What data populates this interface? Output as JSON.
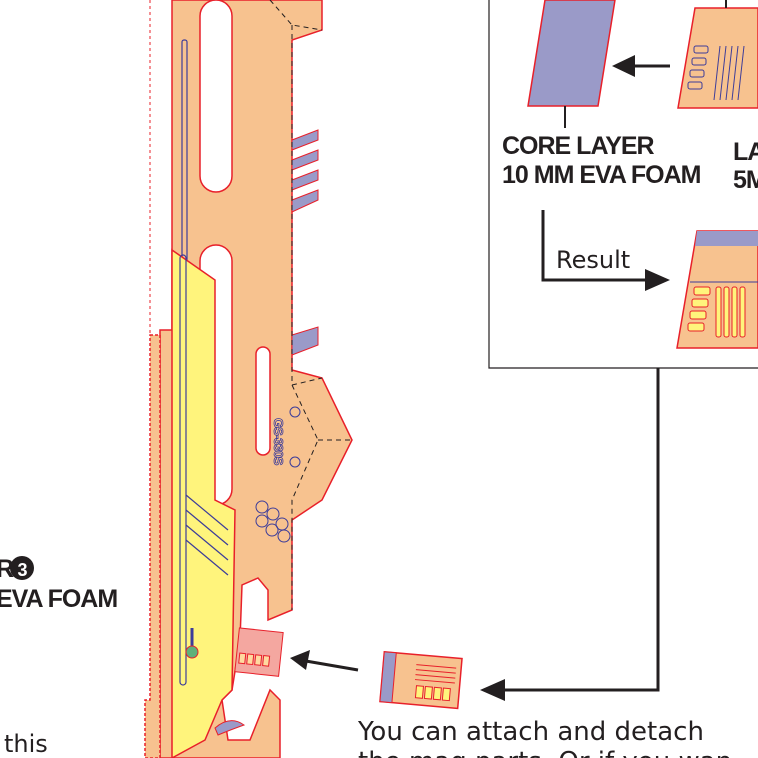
{
  "colors": {
    "foam": "#F7C28F",
    "outline": "#E8202A",
    "yellow": "#FFF47C",
    "purple": "#9A9AC8",
    "ink": "#231F20"
  },
  "left_labels": {
    "layer_number_fragment": "R",
    "layer_number": "3",
    "foam_fragment": "EVA FOAM",
    "text_fragment": "this"
  },
  "gun": {
    "model_marking": "GS-330S"
  },
  "layers_box": {
    "core_label_line1": "CORE LAYER",
    "core_label_line2": "10 MM EVA FOAM",
    "right_label_line1": "LA",
    "right_label_line2": "5M",
    "result_label": "Result"
  },
  "caption": {
    "line1": "You can attach and detach",
    "line2": "the mag parts. Or if you wan"
  }
}
